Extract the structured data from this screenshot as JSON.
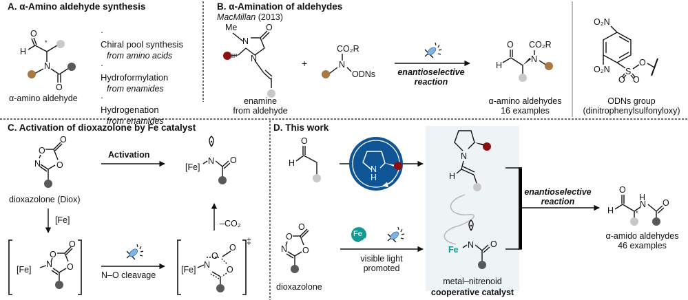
{
  "colors": {
    "light_gray_substituent": "#c8c8c8",
    "dark_gray_substituent": "#595959",
    "brown_substituent": "#a87940",
    "red_substituent": "#8b1010",
    "organocatalyst_blue": "#0f5596",
    "iron_teal": "#139a92",
    "highlight_panel": "#eef3f6",
    "arrow_gray": "#b9b9b9",
    "divider_gray": "#bbbbbb"
  },
  "panel_a": {
    "title": "A. α-Amino aldehyde synthesis",
    "structure_label": "α-amino aldehyde",
    "methods": [
      {
        "bullet": "·",
        "name": "Chiral pool synthesis",
        "source": "from amino acids"
      },
      {
        "bullet": "·",
        "name": "Hydroformylation",
        "source": "from enamides"
      },
      {
        "bullet": "·",
        "name": "Hydrogenation",
        "source": "from enamides"
      }
    ],
    "atoms": {
      "O": "O",
      "H": "H",
      "N": "N",
      "O2": "O",
      "star": "*"
    }
  },
  "panel_b": {
    "title": "B. α-Amination of aldehydes",
    "author": "MacMillan",
    "year": "(2013)",
    "enamine_label_1": "enamine",
    "enamine_label_2": "from aldehyde",
    "plus": "+",
    "reagent_co2r": "CO₂R",
    "reagent_n": "N",
    "reagent_odns": "ODNs",
    "arrow_label_1": "enantioselective",
    "arrow_label_2": "reaction",
    "product_label_1": "α-amino aldehydes",
    "product_label_2": "16 examples",
    "me": "Me",
    "atoms": {
      "N": "N",
      "O": "O",
      "H": "H"
    }
  },
  "odns_box": {
    "o2n_top": "O₂N",
    "o2n_bottom": "O₂N",
    "s": "S",
    "o": "O",
    "label_1": "ODNs group",
    "label_2": "(dinitrophenylsulfonyloxy)"
  },
  "panel_c": {
    "title": "C. Activation of dioxazolone by Fe catalyst",
    "activation_label": "Activation",
    "diox_label": "dioxazolone (Diox)",
    "fe_step_label": "[Fe]",
    "cleavage_label": "N–O cleavage",
    "co2_loss_label": "–CO₂",
    "fe": "[Fe]",
    "dagger": "‡",
    "atoms": {
      "O": "O",
      "N": "N"
    }
  },
  "panel_d": {
    "title": "D. This work",
    "dioxazolone_label": "dioxazolone",
    "light_label_1": "visible light",
    "light_label_2": "promoted",
    "fe_badge": "Fe",
    "nitrenoid_label": "metal–nitrenoid",
    "coop_label": "cooperative catalyst",
    "arrow_label_1": "enantioselective",
    "arrow_label_2": "reaction",
    "product_label_1": "α-amido aldehydes",
    "product_label_2": "46 examples",
    "catalyst_nh": "N",
    "catalyst_h": "H",
    "atoms": {
      "O": "O",
      "H": "H",
      "N": "N",
      "Fe": "Fe",
      "star": "*"
    }
  }
}
